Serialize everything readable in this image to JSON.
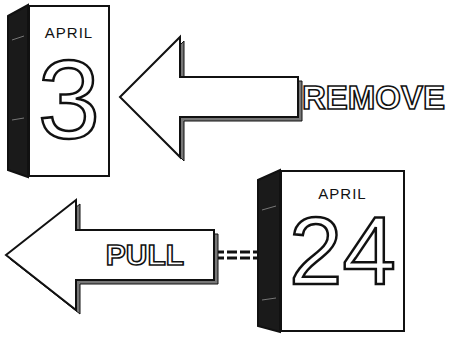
{
  "diagram": {
    "nodes": [
      {
        "text": [
          "APRIL",
          "3"
        ]
      },
      {
        "text": [
          "REMOVE"
        ]
      },
      {
        "text": [
          "PULL"
        ]
      },
      {
        "text": [
          "APRIL",
          "24"
        ]
      }
    ],
    "edges": [
      {
        "from": 2,
        "to": 3,
        "arrow": "none"
      }
    ]
  }
}
